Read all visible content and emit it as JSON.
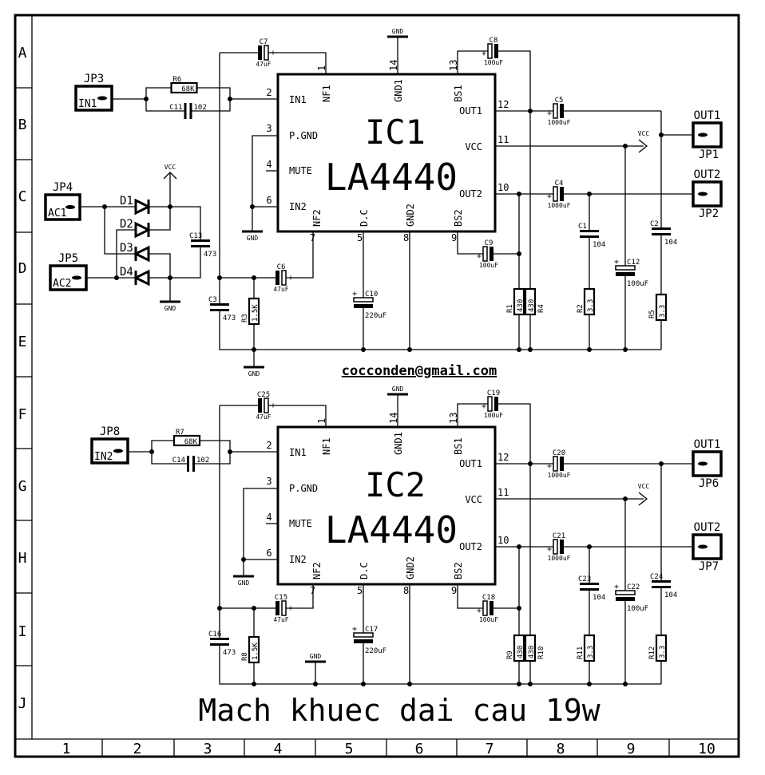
{
  "grid": {
    "rows": [
      "A",
      "B",
      "C",
      "D",
      "E",
      "F",
      "G",
      "H",
      "I",
      "J"
    ],
    "cols": [
      "1",
      "2",
      "3",
      "4",
      "5",
      "6",
      "7",
      "8",
      "9",
      "10"
    ]
  },
  "ic_pins": [
    {
      "num": "2",
      "name": "IN1"
    },
    {
      "num": "3",
      "name": "P.GND"
    },
    {
      "num": "4",
      "name": "MUTE"
    },
    {
      "num": "6",
      "name": "IN2"
    },
    {
      "num": "12",
      "name": "OUT1"
    },
    {
      "num": "11",
      "name": "VCC"
    },
    {
      "num": "10",
      "name": "OUT2"
    },
    {
      "num": "1",
      "name": "NF1"
    },
    {
      "num": "14",
      "name": "GND1"
    },
    {
      "num": "13",
      "name": "BS1"
    },
    {
      "num": "7",
      "name": "NF2"
    },
    {
      "num": "5",
      "name": "D.C"
    },
    {
      "num": "8",
      "name": "GND2"
    },
    {
      "num": "9",
      "name": "BS2"
    }
  ],
  "net_labels": {
    "gnd": "GND",
    "vcc": "VCC"
  },
  "blocks": [
    {
      "ic": {
        "ref": "IC1",
        "part": "LA4440"
      },
      "in": {
        "ref": "JP3",
        "pin": "IN1"
      },
      "rA": {
        "ref": "R6",
        "value": "68K"
      },
      "cIn": {
        "ref": "C11",
        "value": "102"
      },
      "cNF1": {
        "ref": "C7",
        "value": "47uF"
      },
      "cNF2": {
        "ref": "C6",
        "value": "47uF"
      },
      "rNF": {
        "ref": "R3",
        "value": "1.5K"
      },
      "cFilt": {
        "ref": "C3",
        "value": "473"
      },
      "cDC": {
        "ref": "C10",
        "value": "220uF"
      },
      "cBS2": {
        "ref": "C9",
        "value": "100uF"
      },
      "cBS1": {
        "ref": "C8",
        "value": "100uF"
      },
      "cOut1": {
        "ref": "C5",
        "value": "1000uF"
      },
      "cOut2": {
        "ref": "C4",
        "value": "1000uF"
      },
      "cZ2": {
        "ref": "C1",
        "value": "104"
      },
      "cZ1": {
        "ref": "C2",
        "value": "104"
      },
      "cVcc": {
        "ref": "C12",
        "value": "100uF"
      },
      "rB2": {
        "ref": "R1",
        "value": "430"
      },
      "rB1": {
        "ref": "R4",
        "value": "430"
      },
      "rZ2": {
        "ref": "R2",
        "value": "3.3"
      },
      "rZ1": {
        "ref": "R5",
        "value": "3.3"
      },
      "out1": {
        "ref": "JP1",
        "pin": "OUT1"
      },
      "out2": {
        "ref": "JP2",
        "pin": "OUT2"
      }
    },
    {
      "ic": {
        "ref": "IC2",
        "part": "LA4440"
      },
      "in": {
        "ref": "JP8",
        "pin": "IN2"
      },
      "rA": {
        "ref": "R7",
        "value": "68K"
      },
      "cIn": {
        "ref": "C14",
        "value": "102"
      },
      "cNF1": {
        "ref": "C25",
        "value": "47uF"
      },
      "cNF2": {
        "ref": "C15",
        "value": "47uF"
      },
      "rNF": {
        "ref": "R8",
        "value": "1.5K"
      },
      "cFilt": {
        "ref": "C16",
        "value": "473"
      },
      "cDC": {
        "ref": "C17",
        "value": "220uF"
      },
      "cBS2": {
        "ref": "C18",
        "value": "100uF"
      },
      "cBS1": {
        "ref": "C19",
        "value": "100uF"
      },
      "cOut1": {
        "ref": "C20",
        "value": "1000uF"
      },
      "cOut2": {
        "ref": "C21",
        "value": "1000uF"
      },
      "cZ2": {
        "ref": "C23",
        "value": "104"
      },
      "cZ1": {
        "ref": "C24",
        "value": "104"
      },
      "cVcc": {
        "ref": "C22",
        "value": "100uF"
      },
      "rB2": {
        "ref": "R9",
        "value": "430"
      },
      "rB1": {
        "ref": "R10",
        "value": "430"
      },
      "rZ2": {
        "ref": "R11",
        "value": "3.3"
      },
      "rZ1": {
        "ref": "R12",
        "value": "3.3"
      },
      "out1": {
        "ref": "JP6",
        "pin": "OUT1"
      },
      "out2": {
        "ref": "JP7",
        "pin": "OUT2"
      }
    }
  ],
  "power": {
    "ac1": {
      "ref": "JP4",
      "pin": "AC1"
    },
    "ac2": {
      "ref": "JP5",
      "pin": "AC2"
    },
    "diodes": [
      "D1",
      "D2",
      "D3",
      "D4"
    ],
    "cap": {
      "ref": "C13",
      "value": "473"
    }
  },
  "email": "cocconden@gmail.com",
  "title": "Mach khuec dai cau 19w"
}
